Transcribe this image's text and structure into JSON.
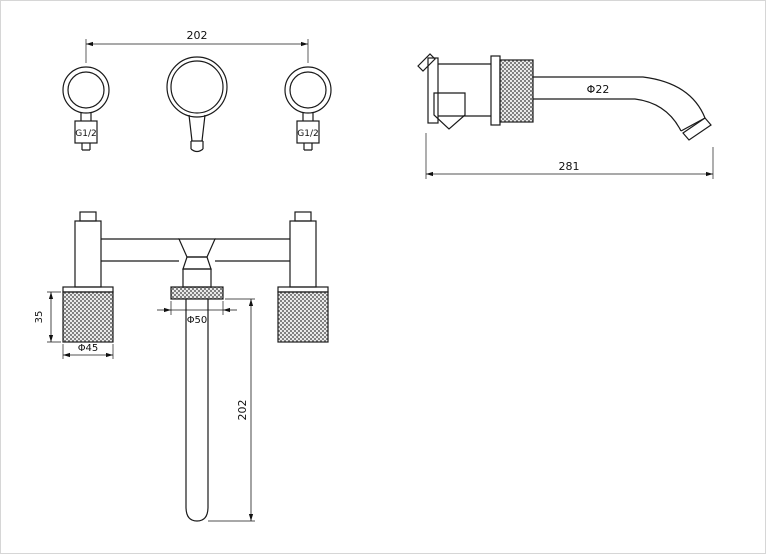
{
  "drawing": {
    "background": "#ffffff",
    "line_color": "#1a1a1a",
    "views": {
      "front": {
        "spacing_dim": "202",
        "left_thread_label": "G1/2",
        "right_thread_label": "G1/2"
      },
      "side": {
        "spout_diameter_label": "Φ22",
        "reach_dim": "281"
      },
      "plan": {
        "base_height_dim": "35",
        "base_diameter_label": "Φ45",
        "flange_diameter_label": "Φ50",
        "spout_length_dim": "202"
      }
    }
  }
}
